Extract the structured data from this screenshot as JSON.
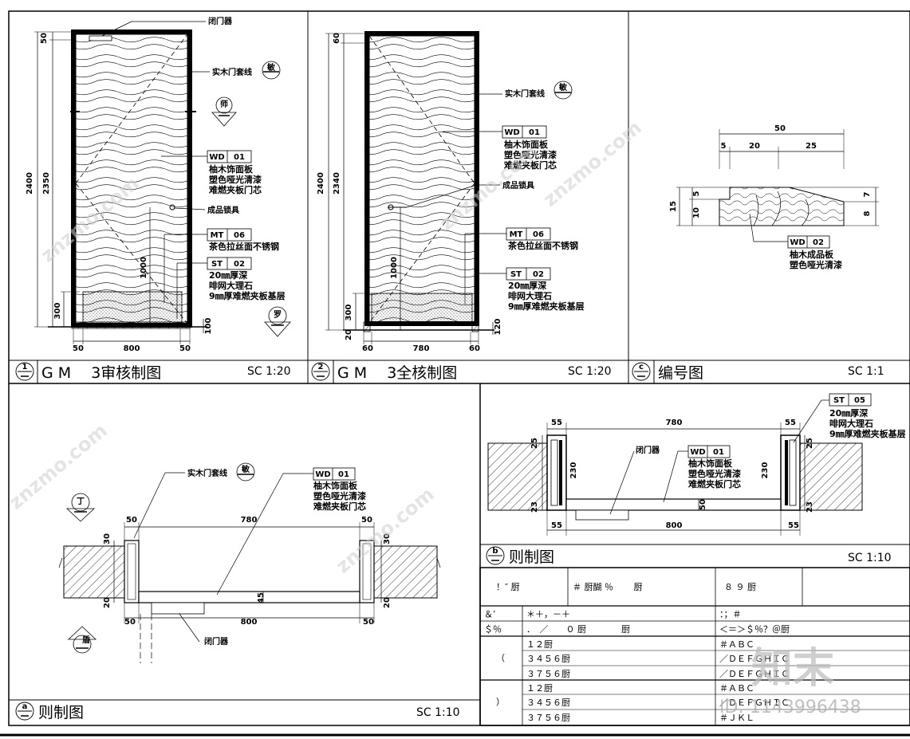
{
  "panel1": {
    "label_closer": "闭门器",
    "label_trim": "实木门套线",
    "tag_trim": "敏",
    "tag_side": "师",
    "tag_bottom": "罗",
    "wd_code": "WD",
    "wd_num": "01",
    "wd_lines": [
      "柚木饰面板",
      "塑色哑光清漆",
      "难燃夹板门芯"
    ],
    "lock": "成品锁具",
    "mt_code": "MT",
    "mt_num": "06",
    "mt_line": "茶色拉丝面不锈钢",
    "st_code": "ST",
    "st_num": "02",
    "st_lines": [
      "20㎜厚深",
      "啡网大理石",
      "9㎜厚难燃夹板基层"
    ],
    "dims": {
      "top": "50",
      "full": "2400",
      "door": "2350",
      "mid": "1000",
      "base": "300",
      "plinth": "100",
      "w_left": "50",
      "w_mid": "800",
      "w_right": "50"
    },
    "index": "1",
    "title": "G M　 3审核制图",
    "scale": "SC 1:20"
  },
  "panel2": {
    "label_trim": "实木门套线",
    "tag_trim": "敏",
    "wd_code": "WD",
    "wd_num": "01",
    "wd_lines": [
      "柚木饰面板",
      "塑色哑光清漆",
      "难燃夹板门芯"
    ],
    "lock": "成品锁具",
    "mt_code": "MT",
    "mt_num": "06",
    "mt_line": "茶色拉丝面不锈钢",
    "st_code": "ST",
    "st_num": "02",
    "st_lines": [
      "20㎜厚深",
      "啡网大理石",
      "9㎜厚难燃夹板基层"
    ],
    "dims": {
      "top": "60",
      "full": "2400",
      "door": "2340",
      "mid": "1000",
      "base": "300",
      "b1": "20",
      "b2": "120",
      "w_left": "60",
      "w_mid": "780",
      "w_right": "60"
    },
    "index": "2",
    "title": "G M　 3全核制图",
    "scale": "SC 1:20"
  },
  "panelC": {
    "dims": {
      "total": "50",
      "a": "5",
      "b": "20",
      "c": "25",
      "h1": "15",
      "h2": "5",
      "h3": "10",
      "r1": "7",
      "r2": "8"
    },
    "wd_code": "WD",
    "wd_num": "02",
    "wd_lines": [
      "柚木成品板",
      "塑色哑光清漆"
    ],
    "index": "c",
    "title": "编号图",
    "scale": "SC 1:1"
  },
  "panelA": {
    "label_trim": "实木门套线",
    "tag_trim": "敏",
    "tag_top": "丁",
    "tag_bottom": "盾",
    "wd_code": "WD",
    "wd_num": "01",
    "wd_lines": [
      "柚木饰面板",
      "塑色哑光清漆",
      "难燃夹板门芯"
    ],
    "closer": "闭门器",
    "dims": {
      "l50": "50",
      "top": "780",
      "r50": "50",
      "l30": "30",
      "r30": "30",
      "t45": "45",
      "l20": "20",
      "r20": "20",
      "bl50": "50",
      "bot": "800",
      "br50": "50"
    },
    "index": "a",
    "title": "则制图",
    "scale": "SC 1:10"
  },
  "panelB": {
    "st_code": "ST",
    "st_num": "05",
    "st_lines": [
      "20㎜厚深",
      "啡网大理石",
      "9㎜厚难燃夹板基层"
    ],
    "wd_code": "WD",
    "wd_num": "01",
    "wd_lines": [
      "柚木饰面板",
      "塑色哑光清漆",
      "难燃夹板门芯"
    ],
    "closer": "闭门器",
    "dims": {
      "l55": "55",
      "top": "780",
      "r55": "55",
      "l25": "25",
      "r25": "25",
      "l230": "230",
      "r230": "230",
      "m50": "50",
      "l23": "23",
      "r23": "23",
      "bl55": "55",
      "bot": "800",
      "br55": "55"
    },
    "index": "b",
    "title": "则制图",
    "scale": "SC 1:10"
  },
  "table": {
    "header": [
      "！″ 厨",
      "＃ 厨醐 ％　　 厨",
      "８ ９ 厨"
    ],
    "r1": [
      "＆’",
      "＊＋，－＋",
      "：；＃"
    ],
    "r2": [
      "＄％",
      "．　／　　０ 厨　　　　厨",
      "＜＝＞＄％？＠厨"
    ],
    "g1": "（",
    "g1_rows": [
      [
        "１２厨",
        "＃ＡＢＣ"
      ],
      [
        "３４５６厨",
        "／ＤＥＦＧＨＩＣ"
      ],
      [
        "３７５６厨",
        "／ＤＥＦＧＨＩＣ"
      ]
    ],
    "g2": "）",
    "g2_rows": [
      [
        "１２厨",
        "＃ＡＢＣ"
      ],
      [
        "３４５６厨",
        "／ＤＥＦＧＨＩＣ"
      ],
      [
        "３７５６厨",
        "＃ＪＫＬ"
      ]
    ]
  },
  "watermark": {
    "logo": "知末",
    "id": "ID: 1143996438",
    "site": "znzmo.com"
  }
}
